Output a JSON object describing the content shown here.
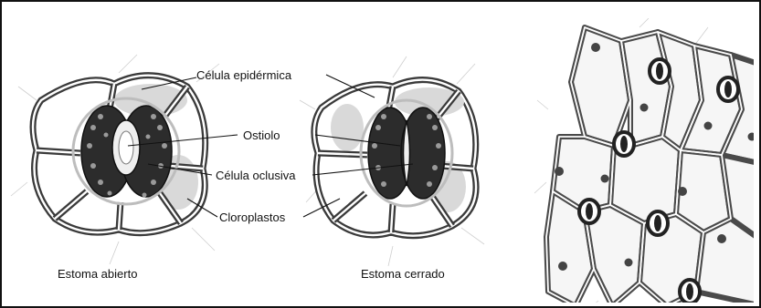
{
  "labels": {
    "epidermal_cell": "Célula epidérmica",
    "ostiole": "Ostiolo",
    "guard_cell": "Célula oclusiva",
    "chloroplasts": "Cloroplastos"
  },
  "captions": {
    "open": "Estoma abierto",
    "closed": "Estoma cerrado"
  },
  "colors": {
    "background": "#ffffff",
    "ink": "#111111",
    "cell_wall": "#3a3a3a",
    "guard_cell": "#2c2c2c"
  }
}
